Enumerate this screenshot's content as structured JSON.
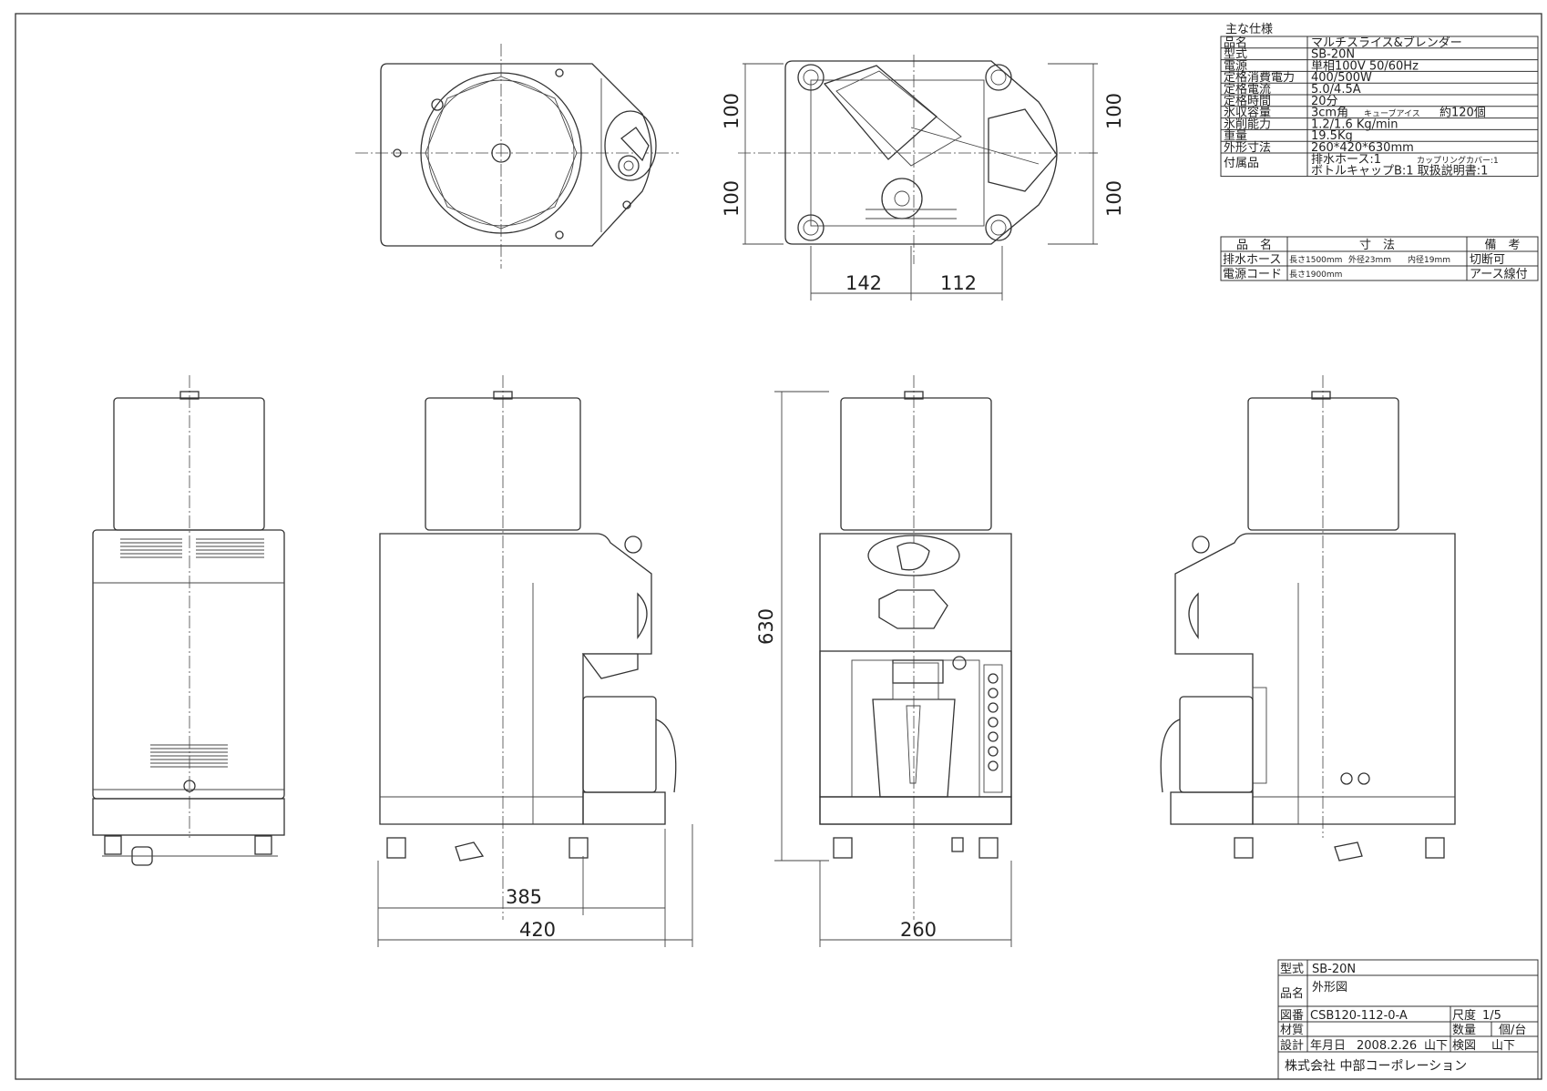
{
  "spec_table": {
    "title": "主な仕様",
    "rows": [
      {
        "label": "品名",
        "value": "マルチスライス&ブレンダー"
      },
      {
        "label": "型式",
        "value": "SB-20N"
      },
      {
        "label": "電源",
        "value": "単相100V 50/60Hz"
      },
      {
        "label": "定格消費電力",
        "value": "400/500W"
      },
      {
        "label": "定格電流",
        "value": "5.0/4.5A"
      },
      {
        "label": "定格時間",
        "value": "20分"
      },
      {
        "label": "氷収容量",
        "value": "3cm角",
        "value_small": "キューブアイス",
        "value_tail": "約120個"
      },
      {
        "label": "氷削能力",
        "value": "1.2/1.6 Kg/min"
      },
      {
        "label": "重量",
        "value": "19.5Kg"
      },
      {
        "label": "外形寸法",
        "value": "260*420*630mm"
      },
      {
        "label": "付属品",
        "value": "排水ホース:1",
        "value_small": "カップリングカバー:1",
        "value2": "ボトルキャップB:1 取扱説明書:1"
      }
    ]
  },
  "parts_table": {
    "headers": [
      "品　名",
      "寸　法",
      "備　考"
    ],
    "rows": [
      {
        "name": "排水ホース",
        "dims": [
          "長さ1500mm",
          "外径23mm",
          "内径19mm"
        ],
        "note": "切断可"
      },
      {
        "name": "電源コード",
        "dims": [
          "長さ1900mm"
        ],
        "note": "アース線付"
      }
    ]
  },
  "dimensions": {
    "top_right_v": [
      "100",
      "100"
    ],
    "top_left_v": [
      "100",
      "100"
    ],
    "bottom_h": [
      "142",
      "112"
    ],
    "height": "630",
    "depth_inner": "385",
    "depth": "420",
    "width": "260"
  },
  "title_block": {
    "model_label": "型式",
    "model": "SB-20N",
    "name_label": "品名",
    "name": "外形図",
    "drawing_no_label": "図番",
    "drawing_no": "CSB120-112-0-A",
    "scale_label": "尺度",
    "scale": "1/5",
    "material_label": "材質",
    "qty_label": "数量",
    "qty": "個/台",
    "design_label": "設計",
    "date_label": "年月日",
    "date": "2008.2.26",
    "designer": "山下",
    "check_label": "検図",
    "checker": "山下",
    "company": "株式会社 中部コーポレーション"
  }
}
